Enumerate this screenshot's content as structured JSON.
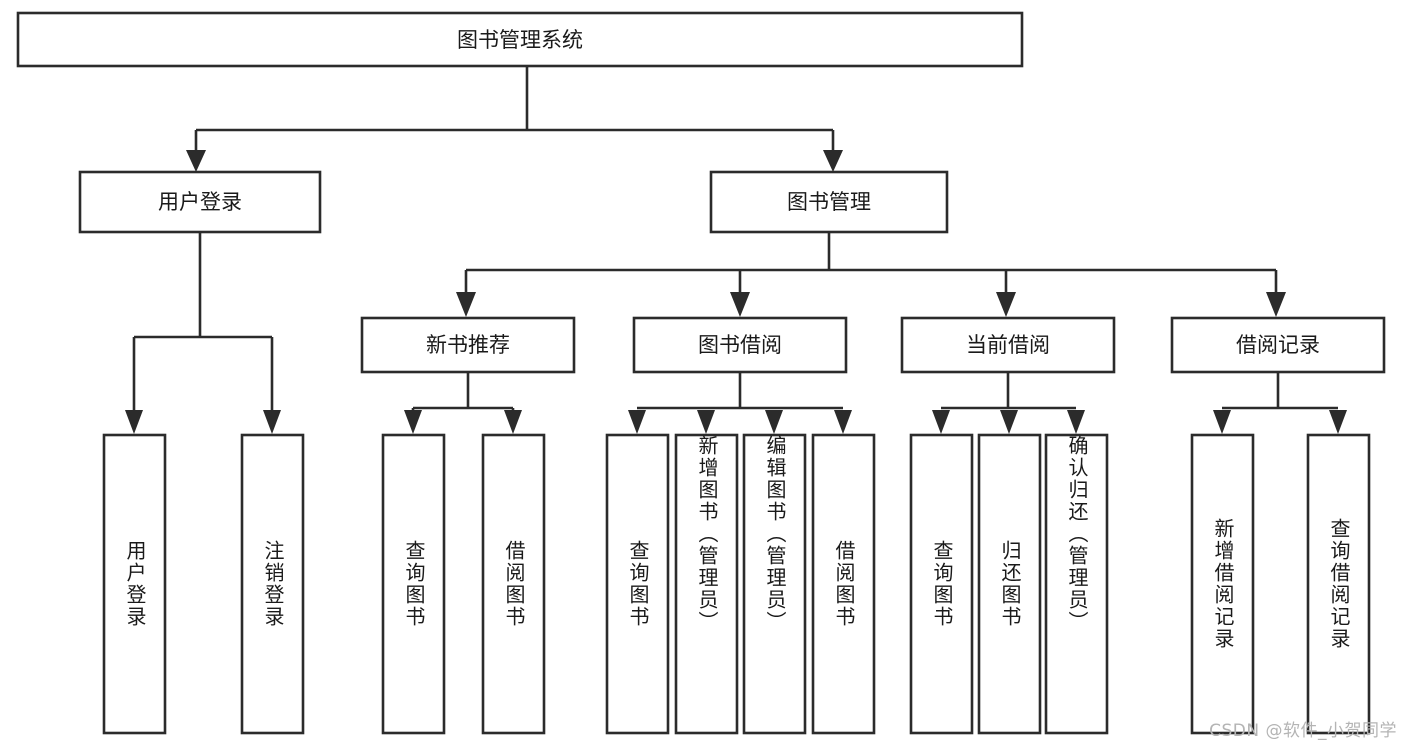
{
  "diagram": {
    "type": "hierarchy-tree",
    "title": "图书管理系统",
    "root": {
      "label": "图书管理系统",
      "id": "root"
    },
    "level2": [
      {
        "id": "user-login",
        "label": "用户登录"
      },
      {
        "id": "book-manage",
        "label": "图书管理"
      }
    ],
    "level3": [
      {
        "id": "new-book-rec",
        "label": "新书推荐",
        "parent": "book-manage"
      },
      {
        "id": "book-borrow",
        "label": "图书借阅",
        "parent": "book-manage"
      },
      {
        "id": "current-borrow",
        "label": "当前借阅",
        "parent": "book-manage"
      },
      {
        "id": "borrow-record",
        "label": "借阅记录",
        "parent": "book-manage"
      }
    ],
    "leaves": [
      {
        "id": "leaf-user-login",
        "label": "用户登录",
        "parent": "user-login"
      },
      {
        "id": "leaf-logout",
        "label": "注销登录",
        "parent": "user-login"
      },
      {
        "id": "leaf-query-book-1",
        "label": "查询图书",
        "parent": "new-book-rec"
      },
      {
        "id": "leaf-borrow-book-1",
        "label": "借阅图书",
        "parent": "new-book-rec"
      },
      {
        "id": "leaf-query-book-2",
        "label": "查询图书",
        "parent": "book-borrow"
      },
      {
        "id": "leaf-add-book",
        "label": "新增图书（管理员）",
        "parent": "book-borrow"
      },
      {
        "id": "leaf-edit-book",
        "label": "编辑图书（管理员）",
        "parent": "book-borrow"
      },
      {
        "id": "leaf-borrow-book-2",
        "label": "借阅图书",
        "parent": "book-borrow"
      },
      {
        "id": "leaf-query-book-3",
        "label": "查询图书",
        "parent": "current-borrow"
      },
      {
        "id": "leaf-return-book",
        "label": "归还图书",
        "parent": "current-borrow"
      },
      {
        "id": "leaf-confirm-return",
        "label": "确认归还（管理员）",
        "parent": "current-borrow"
      },
      {
        "id": "leaf-add-record",
        "label": "新增借阅记录",
        "parent": "borrow-record"
      },
      {
        "id": "leaf-query-record",
        "label": "查询借阅记录",
        "parent": "borrow-record"
      }
    ],
    "watermark": "CSDN @软件_小贺同学",
    "colors": {
      "stroke": "#2b2b2b",
      "fill": "#ffffff",
      "text": "#1a1a1a",
      "watermark": "#b4b4b4"
    }
  }
}
